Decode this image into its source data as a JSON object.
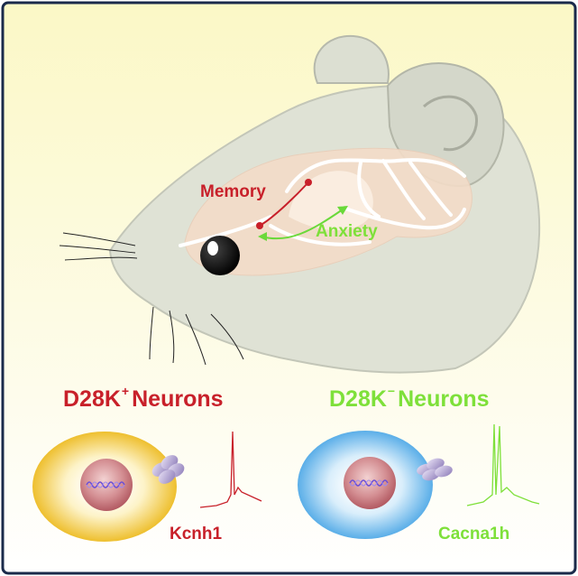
{
  "labels": {
    "memory": "Memory",
    "anxiety": "Anxiety",
    "pos_title_main": "D28K",
    "pos_title_sup": "+",
    "pos_title_rest": "Neurons",
    "neg_title_main": "D28K",
    "neg_title_sup": "−",
    "neg_title_rest": "Neurons",
    "gene_pos": "Kcnh1",
    "gene_neg": "Cacna1h"
  },
  "colors": {
    "red_accent": "#c8202a",
    "green_accent": "#7ee03a",
    "border": "#1a2a4a",
    "bg_top": "#fbf8c6",
    "bg_bottom": "#ffffff",
    "pos_cell": "#f1c84a",
    "neg_cell": "#6ab7ec"
  }
}
